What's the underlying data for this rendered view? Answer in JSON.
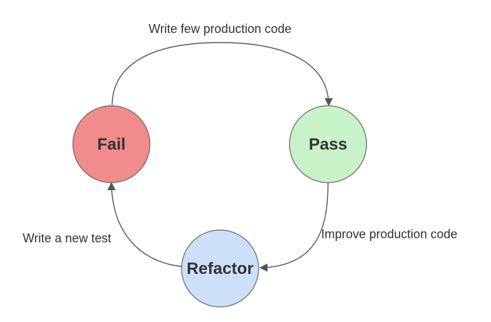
{
  "nodes": {
    "fail": {
      "label": "Fail",
      "fill": "#F28B8B"
    },
    "pass": {
      "label": "Pass",
      "fill": "#C8F2C8"
    },
    "refactor": {
      "label": "Refactor",
      "fill": "#CCE0FA"
    }
  },
  "edges": {
    "fail_to_pass": {
      "label": "Write few production code"
    },
    "pass_to_refactor": {
      "label": "Improve production code"
    },
    "refactor_to_fail": {
      "label": "Write a new test"
    }
  },
  "colors": {
    "node_stroke": "#666666",
    "edge_stroke": "#555555",
    "text": "#333333"
  }
}
